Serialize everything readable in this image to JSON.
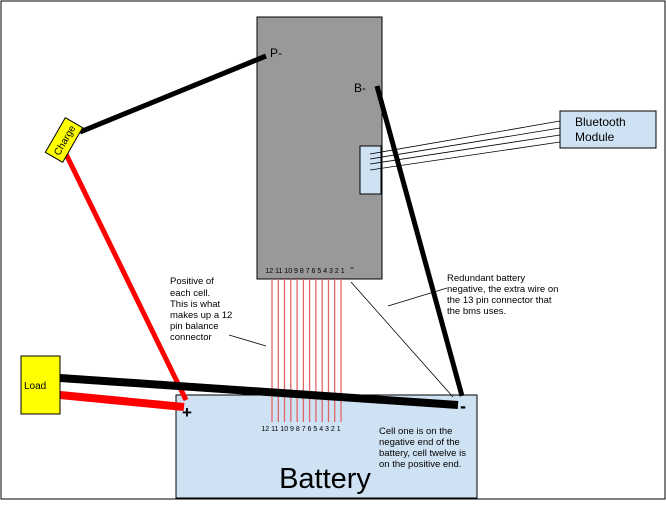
{
  "bms_labels": {
    "p_minus": "P-",
    "b_minus": "B-",
    "bms_minus": "-"
  },
  "bms_cell_numbers": "12 11 10 9 8 7 6 5 4 3 2 1",
  "battery": {
    "label": "Battery",
    "plus": "+",
    "minus": "-",
    "cell_numbers": "12 11 10 9 8 7 6 5 4 3 2 1"
  },
  "charge_label": "Charge",
  "load_label": "Load",
  "bluetooth": {
    "line1": "Bluetooth",
    "line2": "Module"
  },
  "annotations": {
    "positive": [
      "Positive of",
      "each cell.",
      "This is what",
      "makes up a 12",
      "pin balance",
      "connector"
    ],
    "redundant": [
      "Redundant battery",
      "negative, the extra wire on",
      "the 13 pin connector that",
      "the bms uses."
    ],
    "cell_one": [
      "Cell one is on the",
      "negative end of the",
      "battery, cell twelve is",
      "on the positive end."
    ]
  },
  "colors": {
    "bms_fill": "#999999",
    "light_blue": "#cfe2f3",
    "yellow": "#ffff00",
    "red_wire": "#ff0000",
    "black_wire": "#000000",
    "balance_wire": "#e06666"
  }
}
